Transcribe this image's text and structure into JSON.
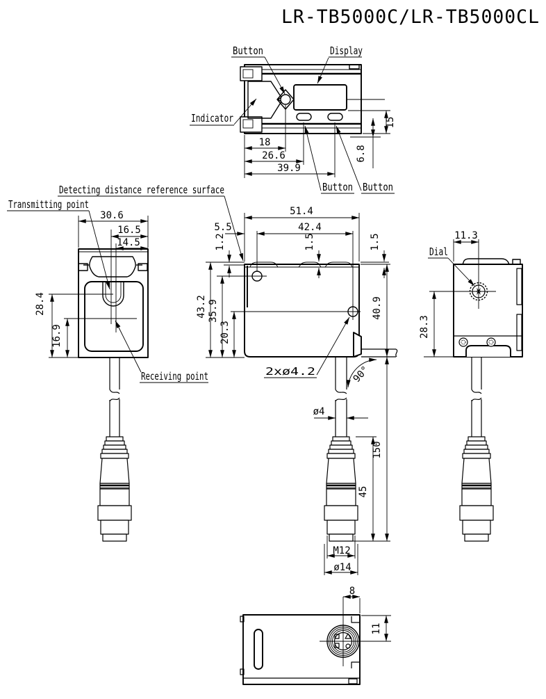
{
  "title": "LR-TB5000C/LR-TB5000CL",
  "colors": {
    "line": "#000000",
    "background": "#ffffff"
  },
  "top_view": {
    "button_label": "Button",
    "display_label": "Display",
    "indicator_label": "Indicator",
    "button2_label": "Button",
    "button3_label": "Button",
    "dim_18": "18",
    "dim_26_6": "26.6",
    "dim_39_9": "39.9",
    "dim_15": "15",
    "dim_6_8": "6.8"
  },
  "front_view": {
    "detecting_label": "Detecting distance reference surface",
    "holes_label": "2xø4.2",
    "angle_label": "90°",
    "dim_51_4": "51.4",
    "dim_42_4": "42.4",
    "dim_5_5": "5.5",
    "dim_1_2": "1.2",
    "dim_1_5_left": "1.5",
    "dim_1_5_right": "1.5",
    "dim_43_2": "43.2",
    "dim_35_9": "35.9",
    "dim_20_3": "20.3",
    "dim_40_9": "40.9"
  },
  "left_view": {
    "transmitting_label": "Transmitting point",
    "receiving_label": "Receiving point",
    "dim_30_6": "30.6",
    "dim_16_5": "16.5",
    "dim_14_5": "14.5",
    "dim_28_4": "28.4",
    "dim_16_9": "16.9"
  },
  "right_view": {
    "dial_label": "Dial",
    "dim_11_3": "11.3",
    "dim_28_3": "28.3"
  },
  "cable": {
    "dim_dia4": "ø4",
    "dim_150": "150",
    "dim_45": "45",
    "dim_m12": "M12",
    "dim_dia14": "ø14"
  },
  "bottom_view": {
    "dim_8": "8",
    "dim_11": "11"
  }
}
